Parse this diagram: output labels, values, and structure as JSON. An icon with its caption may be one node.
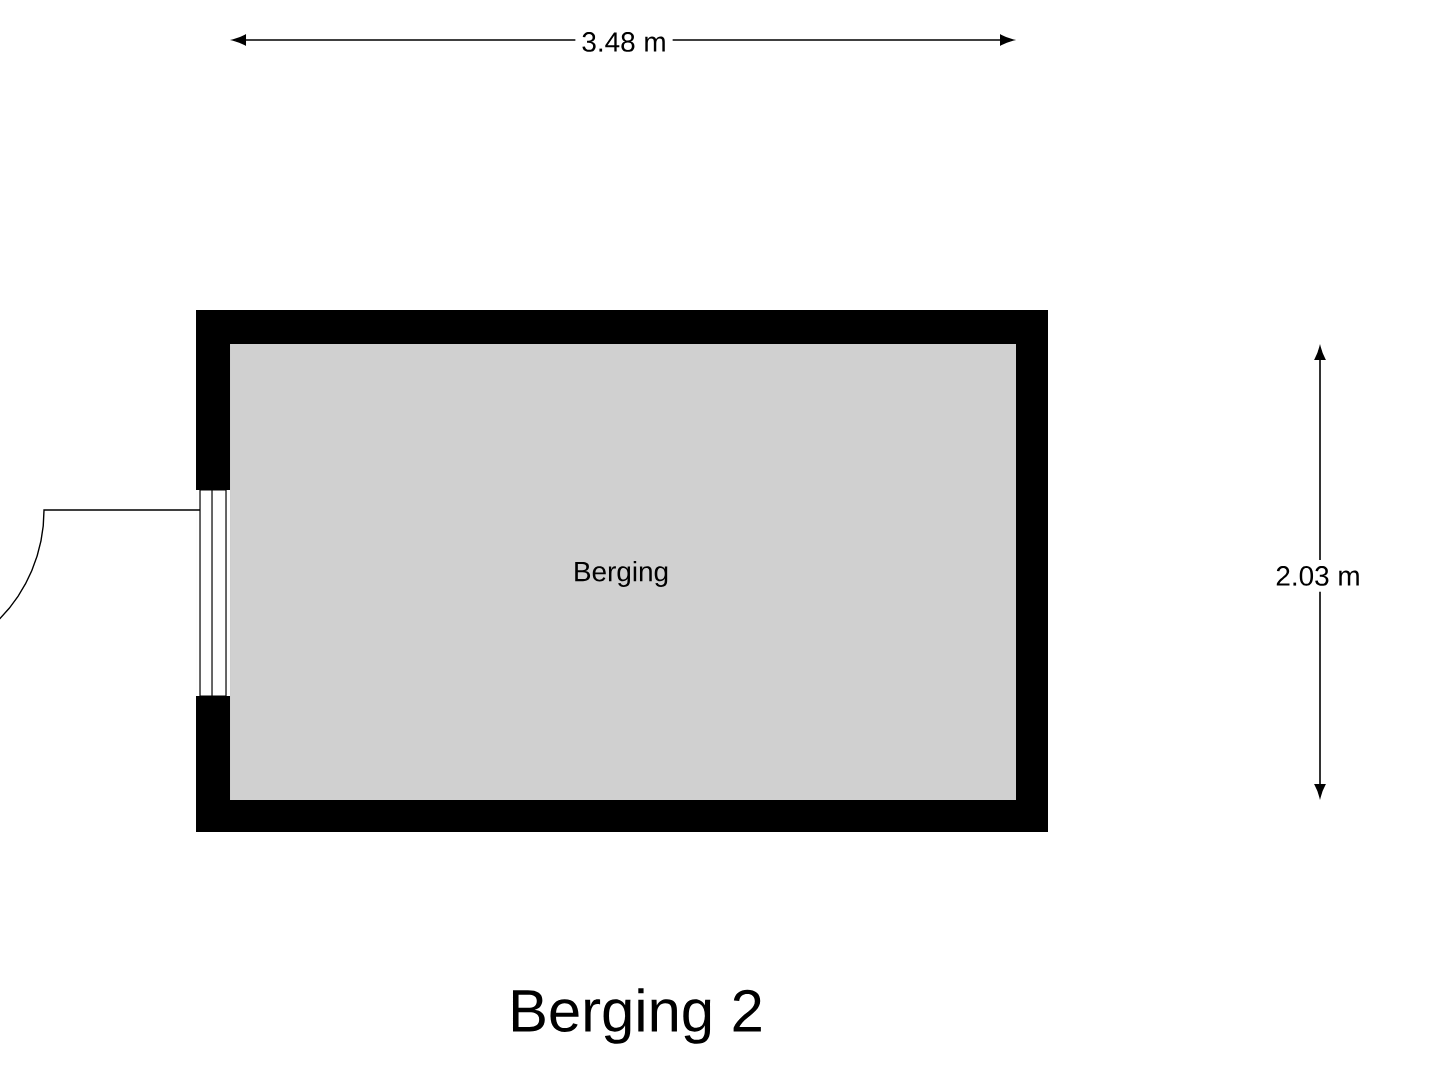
{
  "diagram": {
    "title": "Berging 2",
    "nodes": [
      {
        "text": [
          "Berging"
        ]
      }
    ],
    "labels": [
      "3.48 m",
      "2.03 m"
    ]
  }
}
